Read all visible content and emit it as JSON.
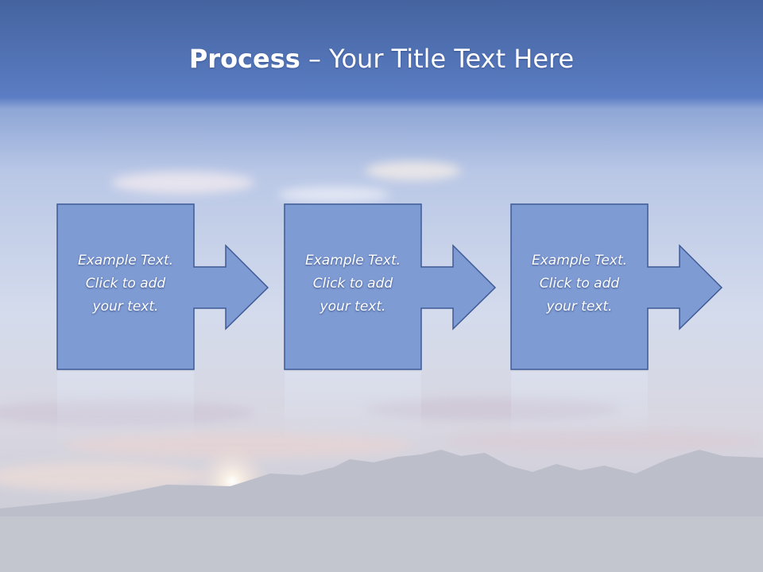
{
  "title": {
    "bold": "Process",
    "rest": " – Your Title Text Here"
  },
  "steps": [
    {
      "text": "Example Text.\nClick  to add\nyour text."
    },
    {
      "text": "Example Text.\nClick  to add\nyour text."
    },
    {
      "text": "Example Text.\nClick  to add\nyour text."
    }
  ],
  "colors": {
    "sky_top": "#4a68a8",
    "band": "#5b7fc4",
    "shape_fill": "#7f9bd4",
    "shape_stroke": "#3f5a95",
    "mountain": "#b8bcc8"
  }
}
